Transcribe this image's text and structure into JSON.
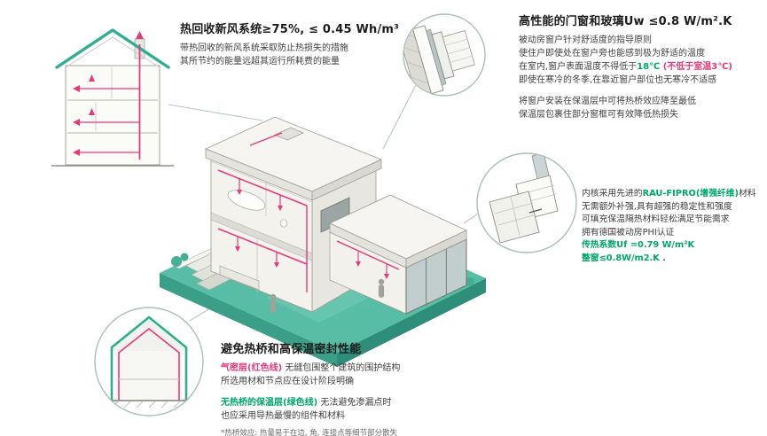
{
  "colors": {
    "accent_teal": "#2fae92",
    "accent_red": "#e23a7c",
    "accent_green": "#00a66a",
    "base_teal": "#57bda4"
  },
  "illustrations": {
    "ventilation_house": "house-cross-section-with-heat-recovery-ducts",
    "window_detail": "window-installation-section-detail",
    "window_profile": "reinforced-window-frame-profile",
    "thermal_envelope": "house-section-airtight-and-insulation-layers",
    "main_house": "isometric-cutaway-passive-house-on-green-base"
  },
  "callouts": {
    "ventilation": {
      "title": "热回收新风系统≥75%, ≤ 0.45 Wh/m³",
      "l1": "带热回收的新风系统采取防止热损失的措施",
      "l2": "其所节约的能量远超其运行所耗费的能量"
    },
    "windows": {
      "title": "高性能的门窗和玻璃Uw ≤0.8 W/m².K",
      "l1": "被动房窗户针对舒适度的指导原则",
      "l2": "使住户即使处在窗户旁也能感到极为舒适的温度",
      "l3a": "在室内,窗户表面温度不得低于",
      "l3b": "18℃",
      "l3c": " (不低于室温3℃)",
      "l4": "即使在寒冷的冬季,在靠近窗户部位也无寒冷不适感",
      "l5": "将窗户安装在保温层中可将热桥效应降至最低",
      "l6": "保温层包裹住部分窗框可有效降低热损失"
    },
    "profile": {
      "l1a": "内核采用先进的",
      "l1b": "RAU-FIPRO(增强纤维)",
      "l1c": "材料",
      "l2": "无需额外补强,具有超强的稳定性和强度",
      "l3": "可填充保温隔热材料轻松满足节能需求",
      "l4": "拥有德国被动房PHI认证",
      "l5": "传热系数Uf =0.79 W/m²K",
      "l6": "整窗≤0.8W/m2.K ."
    },
    "thermal": {
      "title": "避免热桥和高保温密封性能",
      "p1a": "气密层(红色线)",
      "p1b": " 无缝包围整个建筑的围护结构",
      "p1c": "所选用材和节点应在设计阶段明确",
      "p2a": "无热桥的保温层(绿色线)",
      "p2b": " 无法避免渗漏点时",
      "p2c": "也应采用导热最慢的组件和材料",
      "footnote": "*热桥效应: 热量易于在边, 角, 连接点等细节部分散失"
    }
  }
}
